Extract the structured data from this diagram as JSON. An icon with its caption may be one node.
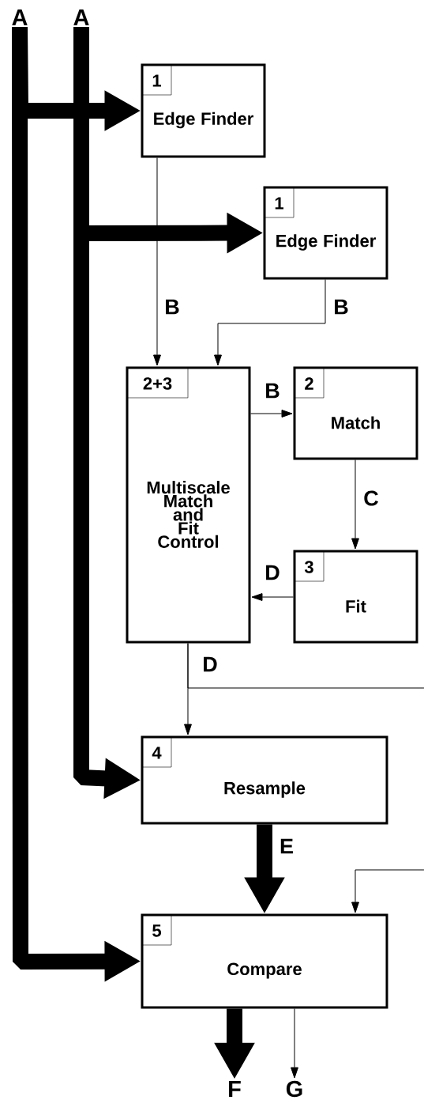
{
  "diagram": {
    "nodes": [
      {
        "text": [
          "A"
        ]
      },
      {
        "text": [
          "A"
        ]
      },
      {
        "text": [
          "1",
          "Edge Finder"
        ]
      },
      {
        "text": [
          "1",
          "Edge Finder"
        ]
      },
      {
        "text": [
          "2+3",
          "Multiscale Match and Fit Control"
        ]
      },
      {
        "text": [
          "2",
          "Match"
        ]
      },
      {
        "text": [
          "3",
          "Fit"
        ]
      },
      {
        "text": [
          "4",
          "Resample"
        ]
      },
      {
        "text": [
          "5",
          "Compare"
        ]
      },
      {
        "text": [
          "F"
        ]
      },
      {
        "text": [
          "G"
        ]
      }
    ],
    "edges": [
      {
        "from": 0,
        "to": 2,
        "arrow": "to",
        "style": "thick"
      },
      {
        "from": 0,
        "to": 8,
        "arrow": "to",
        "style": "thick"
      },
      {
        "from": 1,
        "to": 3,
        "arrow": "to",
        "style": "thick"
      },
      {
        "from": 1,
        "to": 7,
        "arrow": "to",
        "style": "thick"
      },
      {
        "from": 2,
        "to": 4,
        "arrow": "to",
        "label": "B"
      },
      {
        "from": 3,
        "to": 4,
        "arrow": "to",
        "label": "B"
      },
      {
        "from": 4,
        "to": 5,
        "arrow": "to",
        "label": "B"
      },
      {
        "from": 5,
        "to": 6,
        "arrow": "to",
        "label": "C"
      },
      {
        "from": 6,
        "to": 4,
        "arrow": "to",
        "label": "D"
      },
      {
        "from": 4,
        "to": 7,
        "arrow": "to",
        "label": "D"
      },
      {
        "from": 4,
        "to": null,
        "arrow": "none"
      },
      {
        "from": null,
        "to": 8,
        "arrow": "to"
      },
      {
        "from": 7,
        "to": 8,
        "arrow": "to",
        "label": "E",
        "style": "thick"
      },
      {
        "from": 8,
        "to": 9,
        "arrow": "to",
        "style": "thick"
      },
      {
        "from": 8,
        "to": 10,
        "arrow": "to"
      }
    ]
  }
}
